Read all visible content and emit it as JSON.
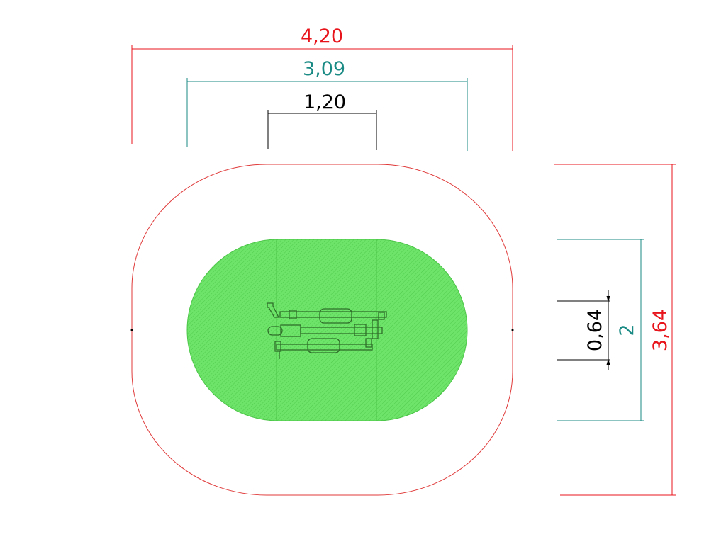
{
  "dimensions": {
    "total_width": {
      "label": "4,20",
      "color": "#e8141b"
    },
    "play_area_width": {
      "label": "3,09",
      "color": "#1a8a84"
    },
    "equipment_width": {
      "label": "1,20",
      "color": "#000000"
    },
    "total_depth": {
      "label": "3,64",
      "color": "#e8141b"
    },
    "play_area_depth": {
      "label": "2",
      "color": "#1a8a84"
    },
    "equipment_depth": {
      "label": "0,64",
      "color": "#000000"
    }
  },
  "colors": {
    "safety_zone_outline": "#e03a3a",
    "play_area_fill": "#63e05f",
    "equipment_stroke": "#2f7a2a"
  }
}
